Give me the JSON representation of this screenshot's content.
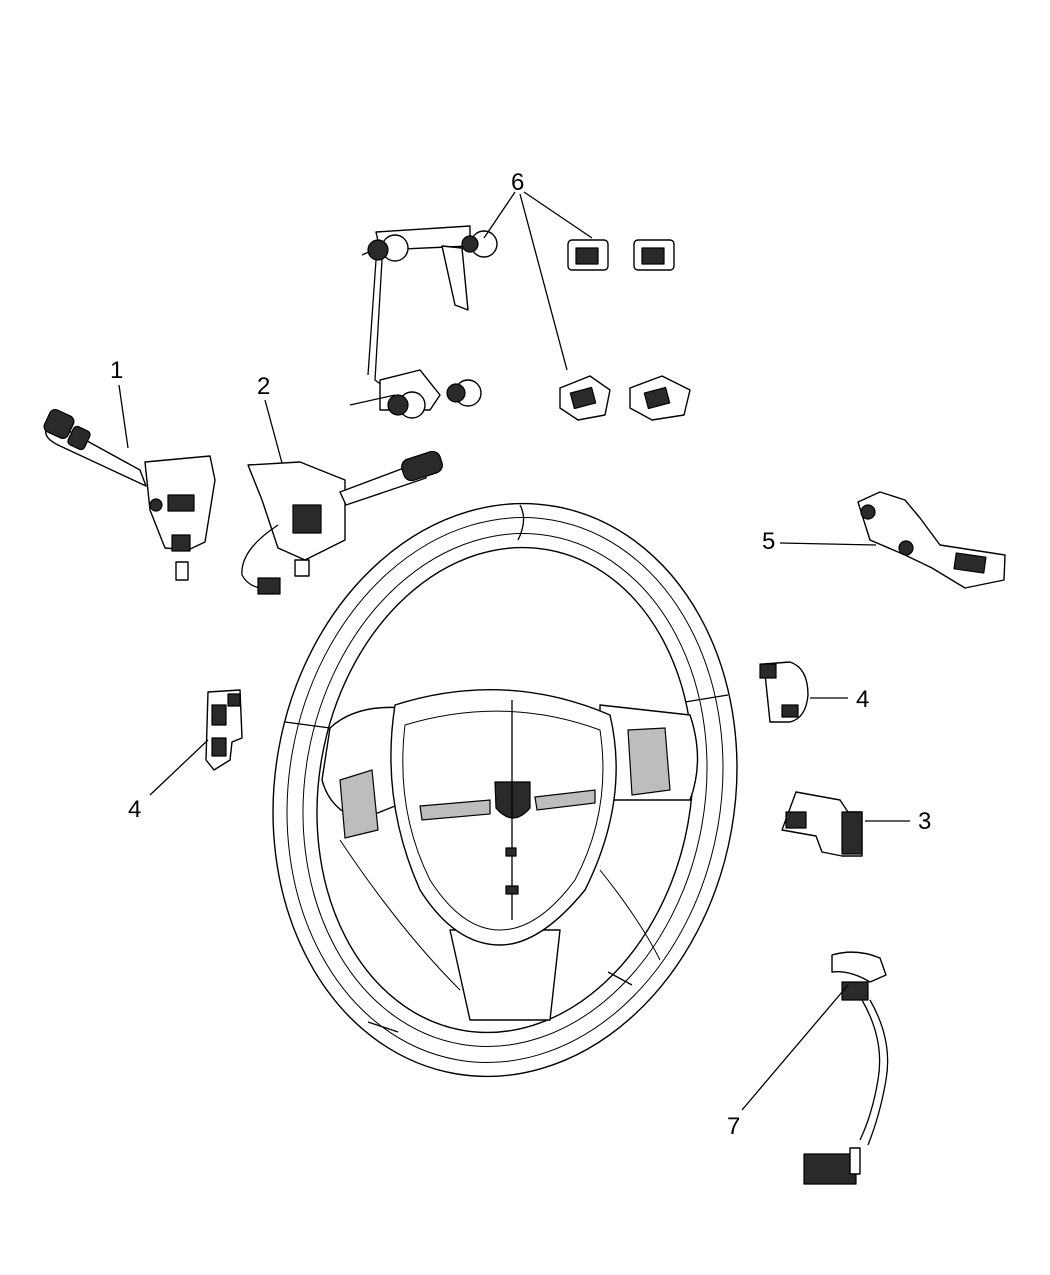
{
  "callouts": [
    {
      "id": "callout-1",
      "text": "1"
    },
    {
      "id": "callout-2",
      "text": "2"
    },
    {
      "id": "callout-3",
      "text": "3"
    },
    {
      "id": "callout-4a",
      "text": "4"
    },
    {
      "id": "callout-4b",
      "text": "4"
    },
    {
      "id": "callout-5",
      "text": "5"
    },
    {
      "id": "callout-6",
      "text": "6"
    },
    {
      "id": "callout-7",
      "text": "7"
    }
  ]
}
